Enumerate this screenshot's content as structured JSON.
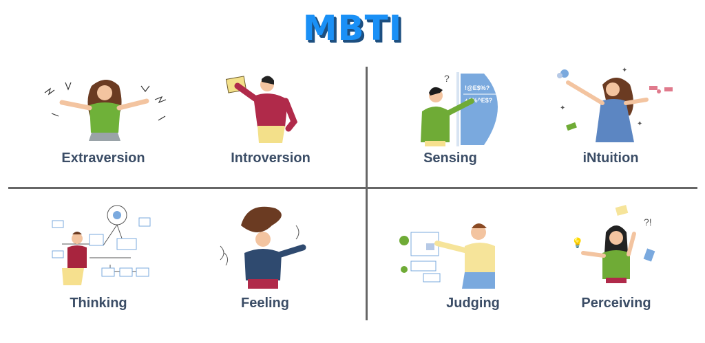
{
  "title": "MBTI",
  "colors": {
    "title": "#1a90f6",
    "title_shadow": "#1d4f80",
    "label": "#3b4d66",
    "divider": "#666666"
  },
  "traits": [
    {
      "label": "Extraversion"
    },
    {
      "label": "Introversion"
    },
    {
      "label": "Sensing",
      "board_lines": [
        "!@E$%?",
        "+^%^E$?"
      ]
    },
    {
      "label": "iNtuition"
    },
    {
      "label": "Thinking"
    },
    {
      "label": "Feeling"
    },
    {
      "label": "Judging"
    },
    {
      "label": "Perceiving"
    }
  ]
}
